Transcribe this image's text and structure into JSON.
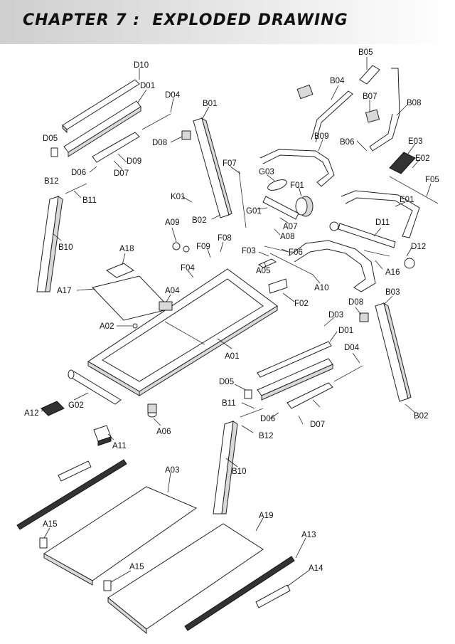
{
  "header": {
    "title": "CHAPTER 7 :  EXPLODED DRAWING"
  },
  "part_labels": {
    "D10": "D10",
    "D01": "D01",
    "D04": "D04",
    "B01": "B01",
    "D08": "D08",
    "D05": "D05",
    "D09": "D09",
    "D06": "D06",
    "D07": "D07",
    "B12": "B12",
    "B11": "B11",
    "B10": "B10",
    "B05": "B05",
    "B04": "B04",
    "B07": "B07",
    "B08": "B08",
    "B09": "B09",
    "B06": "B06",
    "E03": "E03",
    "E02": "E02",
    "F05": "F05",
    "E01": "E01",
    "F07": "F07",
    "G03": "G03",
    "F01": "F01",
    "K01": "K01",
    "G01": "G01",
    "A07": "A07",
    "A08": "A08",
    "B02": "B02",
    "D11": "D11",
    "D12": "D12",
    "A09": "A09",
    "F08": "F08",
    "F09": "F09",
    "F03": "F03",
    "F06": "F06",
    "A16": "A16",
    "A18": "A18",
    "A05": "A05",
    "A10": "A10",
    "F04": "F04",
    "A17": "A17",
    "A04": "A04",
    "F02": "F02",
    "B03": "B03",
    "D03": "D03",
    "A02": "A02",
    "A01": "A01",
    "A12": "A12",
    "G02": "G02",
    "A06": "A06",
    "A11": "A11",
    "A03": "A03",
    "A15": "A15",
    "A19": "A19",
    "A13": "A13",
    "A14": "A14"
  }
}
